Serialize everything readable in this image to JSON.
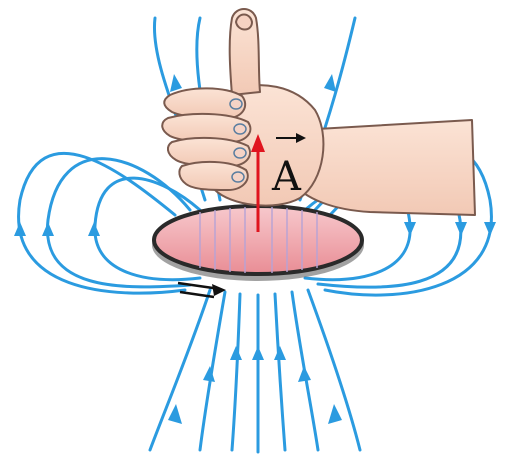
{
  "diagram": {
    "vector_label": "A",
    "colors": {
      "field_lines": "#2b9be0",
      "loop_fill": "#f3b8bd",
      "loop_rim": "#2a2a2a",
      "vector_arrow": "#e0141e",
      "current_arrow": "#111111",
      "hand_skin": "#f8d9c8",
      "hand_outline": "#7a5a4e"
    },
    "icons": [
      "right-hand-thumb-up",
      "current-loop",
      "magnetic-field-lines",
      "vector-arrow"
    ]
  }
}
